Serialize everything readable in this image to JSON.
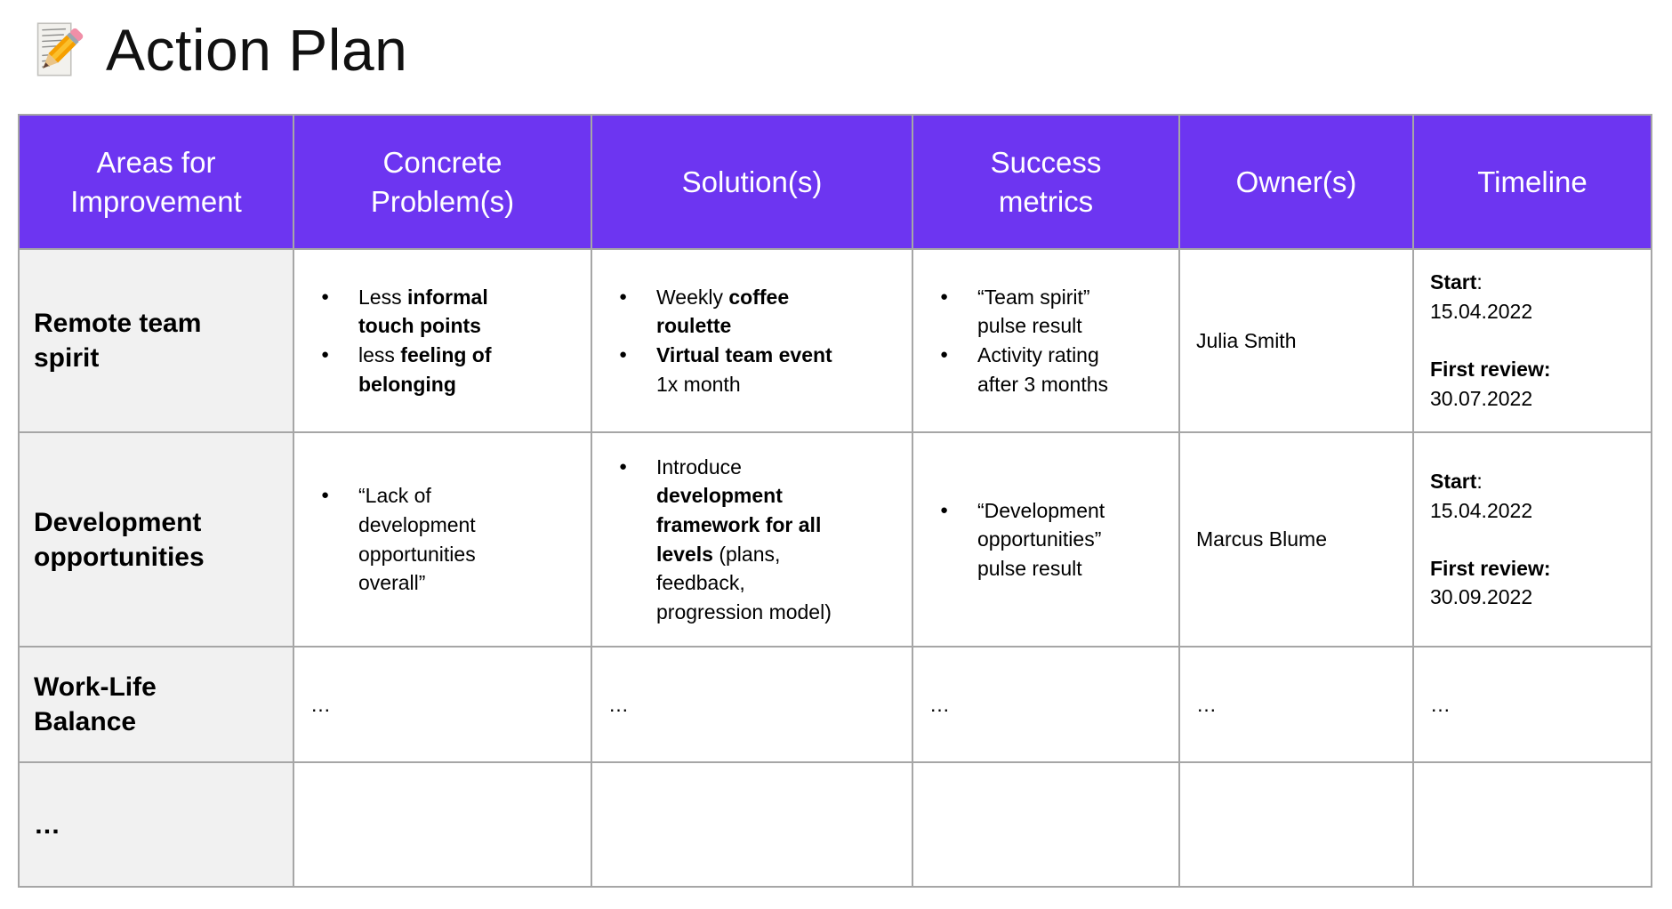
{
  "page": {
    "title": "Action Plan",
    "title_icon": "memo-icon"
  },
  "colors": {
    "header_bg": "#6D35F1",
    "header_text": "#FFFFFF",
    "area_col_bg": "#F1F1F1",
    "grid_border": "#A6A6A6",
    "outer_border": "#8E8E8E",
    "body_text": "#000000"
  },
  "table": {
    "columns": [
      "Areas for\nImprovement",
      "Concrete\nProblem(s)",
      "Solution(s)",
      "Success\nmetrics",
      "Owner(s)",
      "Timeline"
    ],
    "rows": [
      {
        "area": "Remote team\nspirit",
        "cells": [
          {
            "type": "bullets",
            "items": [
              "Less **informal\ntouch points**",
              "less **feeling of\nbelonging**"
            ]
          },
          {
            "type": "bullets",
            "items": [
              "Weekly **coffee\nroulette**",
              "**Virtual team event**\n1x month"
            ]
          },
          {
            "type": "bullets",
            "items": [
              "“Team spirit”\npulse result",
              "Activity rating\nafter 3 months"
            ]
          },
          {
            "type": "text",
            "text": "Julia Smith"
          },
          {
            "type": "lines",
            "lines": [
              "**Start**:",
              "15.04.2022",
              "",
              "**First review:**",
              "30.07.2022"
            ]
          }
        ]
      },
      {
        "area": "Development\nopportunities",
        "cells": [
          {
            "type": "bullets",
            "items": [
              "“Lack of\ndevelopment\nopportunities\noverall”"
            ]
          },
          {
            "type": "bullets",
            "items": [
              "Introduce\n**development\nframework for all\nlevels** (plans,\nfeedback,\nprogression model)"
            ]
          },
          {
            "type": "bullets",
            "items": [
              "“Development\nopportunities”\npulse result"
            ]
          },
          {
            "type": "text",
            "text": "Marcus Blume"
          },
          {
            "type": "lines",
            "lines": [
              "**Start**:",
              "15.04.2022",
              "",
              "**First review:**",
              "30.09.2022"
            ]
          }
        ]
      },
      {
        "area": "Work-Life\nBalance",
        "cells": [
          {
            "type": "text",
            "text": "…"
          },
          {
            "type": "text",
            "text": "…"
          },
          {
            "type": "text",
            "text": "…"
          },
          {
            "type": "text",
            "text": "…"
          },
          {
            "type": "text",
            "text": "…"
          }
        ]
      },
      {
        "area": "…",
        "cells": [
          {
            "type": "text",
            "text": ""
          },
          {
            "type": "text",
            "text": ""
          },
          {
            "type": "text",
            "text": ""
          },
          {
            "type": "text",
            "text": ""
          },
          {
            "type": "text",
            "text": ""
          }
        ]
      }
    ]
  }
}
